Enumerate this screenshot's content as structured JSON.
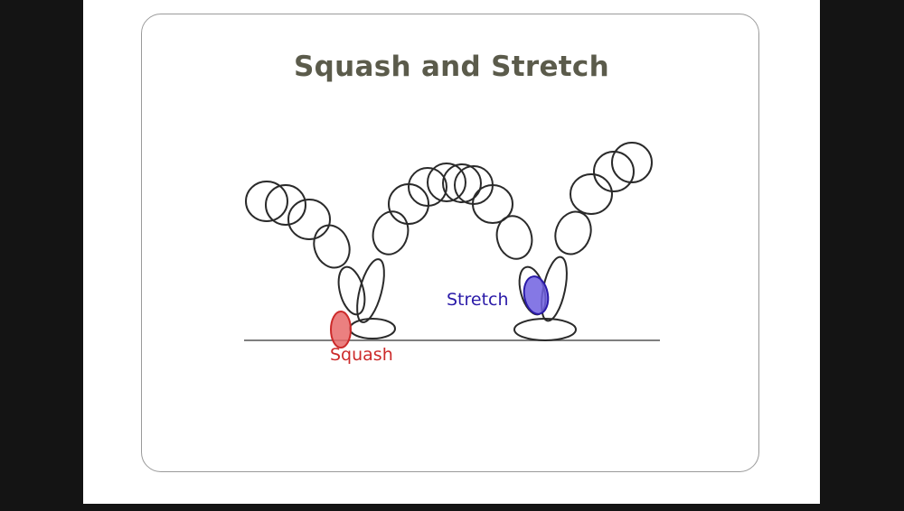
{
  "slide": {
    "title": "Squash and Stretch",
    "labels": {
      "squash": "Squash",
      "stretch": "Stretch"
    }
  },
  "colors": {
    "title": "#5b5b4b",
    "squash": "#cc2a2a",
    "stretch": "#2a1aa8",
    "outline": "#2a2a2a"
  }
}
